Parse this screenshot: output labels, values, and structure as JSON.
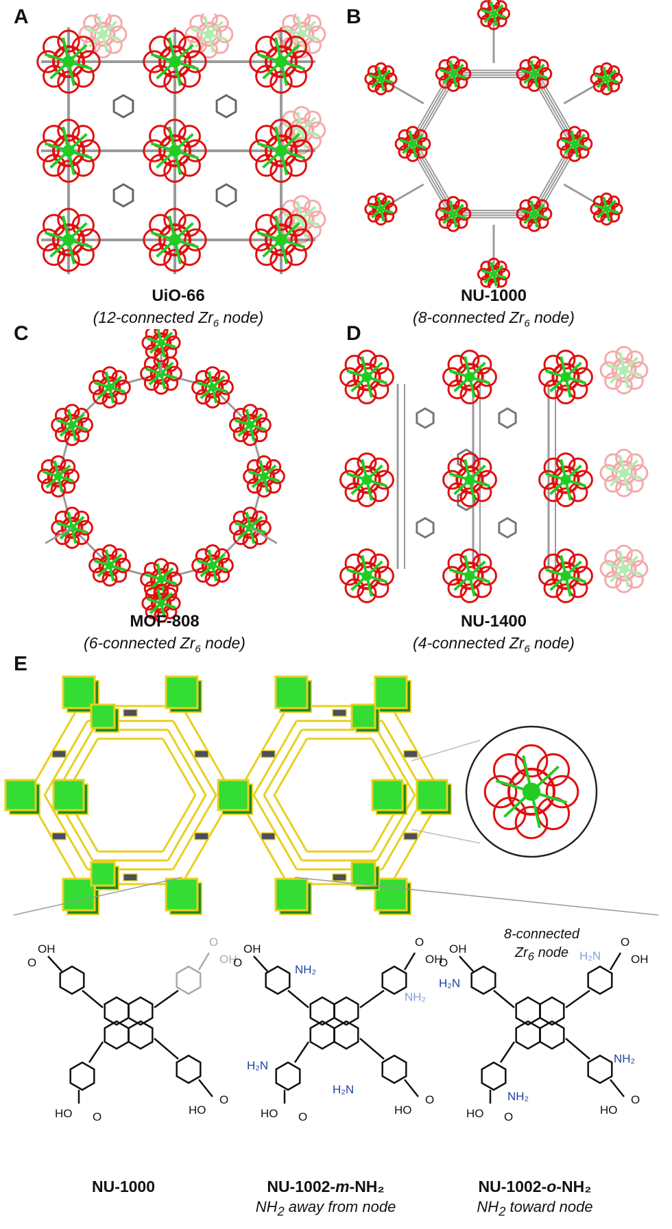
{
  "panels": {
    "A": {
      "letter": "A",
      "title": "UiO-66",
      "subtitle_pre": "(12-connected Zr",
      "subtitle_sub": "6",
      "subtitle_post": " node)"
    },
    "B": {
      "letter": "B",
      "title": "NU-1000",
      "subtitle_pre": "(8-connected Zr",
      "subtitle_sub": "6",
      "subtitle_post": " node)"
    },
    "C": {
      "letter": "C",
      "title": "MOF-808",
      "subtitle_pre": "(6-connected Zr",
      "subtitle_sub": "6",
      "subtitle_post": " node)"
    },
    "D": {
      "letter": "D",
      "title": "NU-1400",
      "subtitle_pre": "(4-connected Zr",
      "subtitle_sub": "6",
      "subtitle_post": " node)"
    },
    "E": {
      "letter": "E",
      "node_label_line1": "8-connected",
      "node_label_line2_pre": "Zr",
      "node_label_line2_sub": "6",
      "node_label_line2_post": " node"
    }
  },
  "linkers": [
    {
      "name_pre": "NU-1000",
      "name_mid": "",
      "name_post": "",
      "note_pre": "",
      "note_sub": "",
      "note_post": ""
    },
    {
      "name_pre": "NU-1002-",
      "name_mid": "m",
      "name_post": "-NH₂",
      "note_pre": "NH",
      "note_sub": "2",
      "note_post": " away from node"
    },
    {
      "name_pre": "NU-1002-",
      "name_mid": "o",
      "name_post": "-NH₂",
      "note_pre": "NH",
      "note_sub": "2",
      "note_post": " toward node"
    }
  ],
  "chem_labels": {
    "oh": "OH",
    "o": "O",
    "ho": "HO",
    "nh2": "NH₂",
    "h2n": "H₂N"
  },
  "colors": {
    "zr": "#22cc22",
    "oxygen": "#e01010",
    "carbon": "#9a9a9a",
    "node_green": "#33dd33",
    "node_edge": "#e8d020",
    "linker_dark": "#4a4f5a",
    "amine_blue": "#1a3fa0",
    "amine_light": "#7fa0d8"
  }
}
